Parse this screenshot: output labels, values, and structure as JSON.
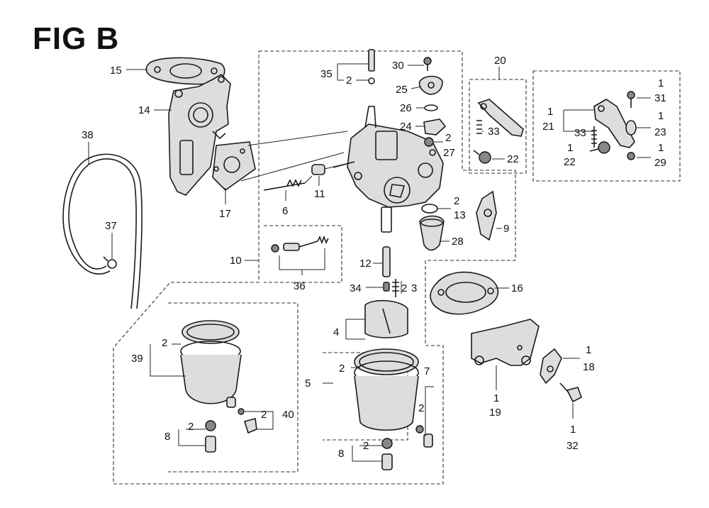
{
  "figure": {
    "title": "FIG B"
  },
  "callouts": {
    "c15": "15",
    "c14": "14",
    "c38": "38",
    "c37": "37",
    "c17": "17",
    "c10": "10",
    "c35": "35",
    "c35q": "2",
    "c30": "30",
    "c25": "25",
    "c26": "26",
    "c24": "24",
    "c27q": "2",
    "c27": "27",
    "c11": "11",
    "c6": "6",
    "c36": "36",
    "c12": "12",
    "c34": "34",
    "c3q": "2",
    "c3": "3",
    "c4": "4",
    "c39": "39",
    "c39q": "2",
    "c40q": "2",
    "c40": "40",
    "c8a": "8",
    "c8aq": "2",
    "c5": "5",
    "c5q": "2",
    "c7": "7",
    "c7q": "2",
    "c8b": "8",
    "c8bq": "2",
    "c20": "20",
    "c33a": "33",
    "c22a": "22",
    "c13q": "2",
    "c13": "13",
    "c9": "9",
    "c28": "28",
    "c16": "16",
    "c31q": "1",
    "c31": "31",
    "c21q": "1",
    "c21": "21",
    "c33b": "33",
    "c23q": "1",
    "c23": "23",
    "c22bq": "1",
    "c22b": "22",
    "c29q": "1",
    "c29": "29",
    "c18q": "1",
    "c18": "18",
    "c19q": "1",
    "c19": "19",
    "c32q": "1",
    "c32": "32"
  }
}
